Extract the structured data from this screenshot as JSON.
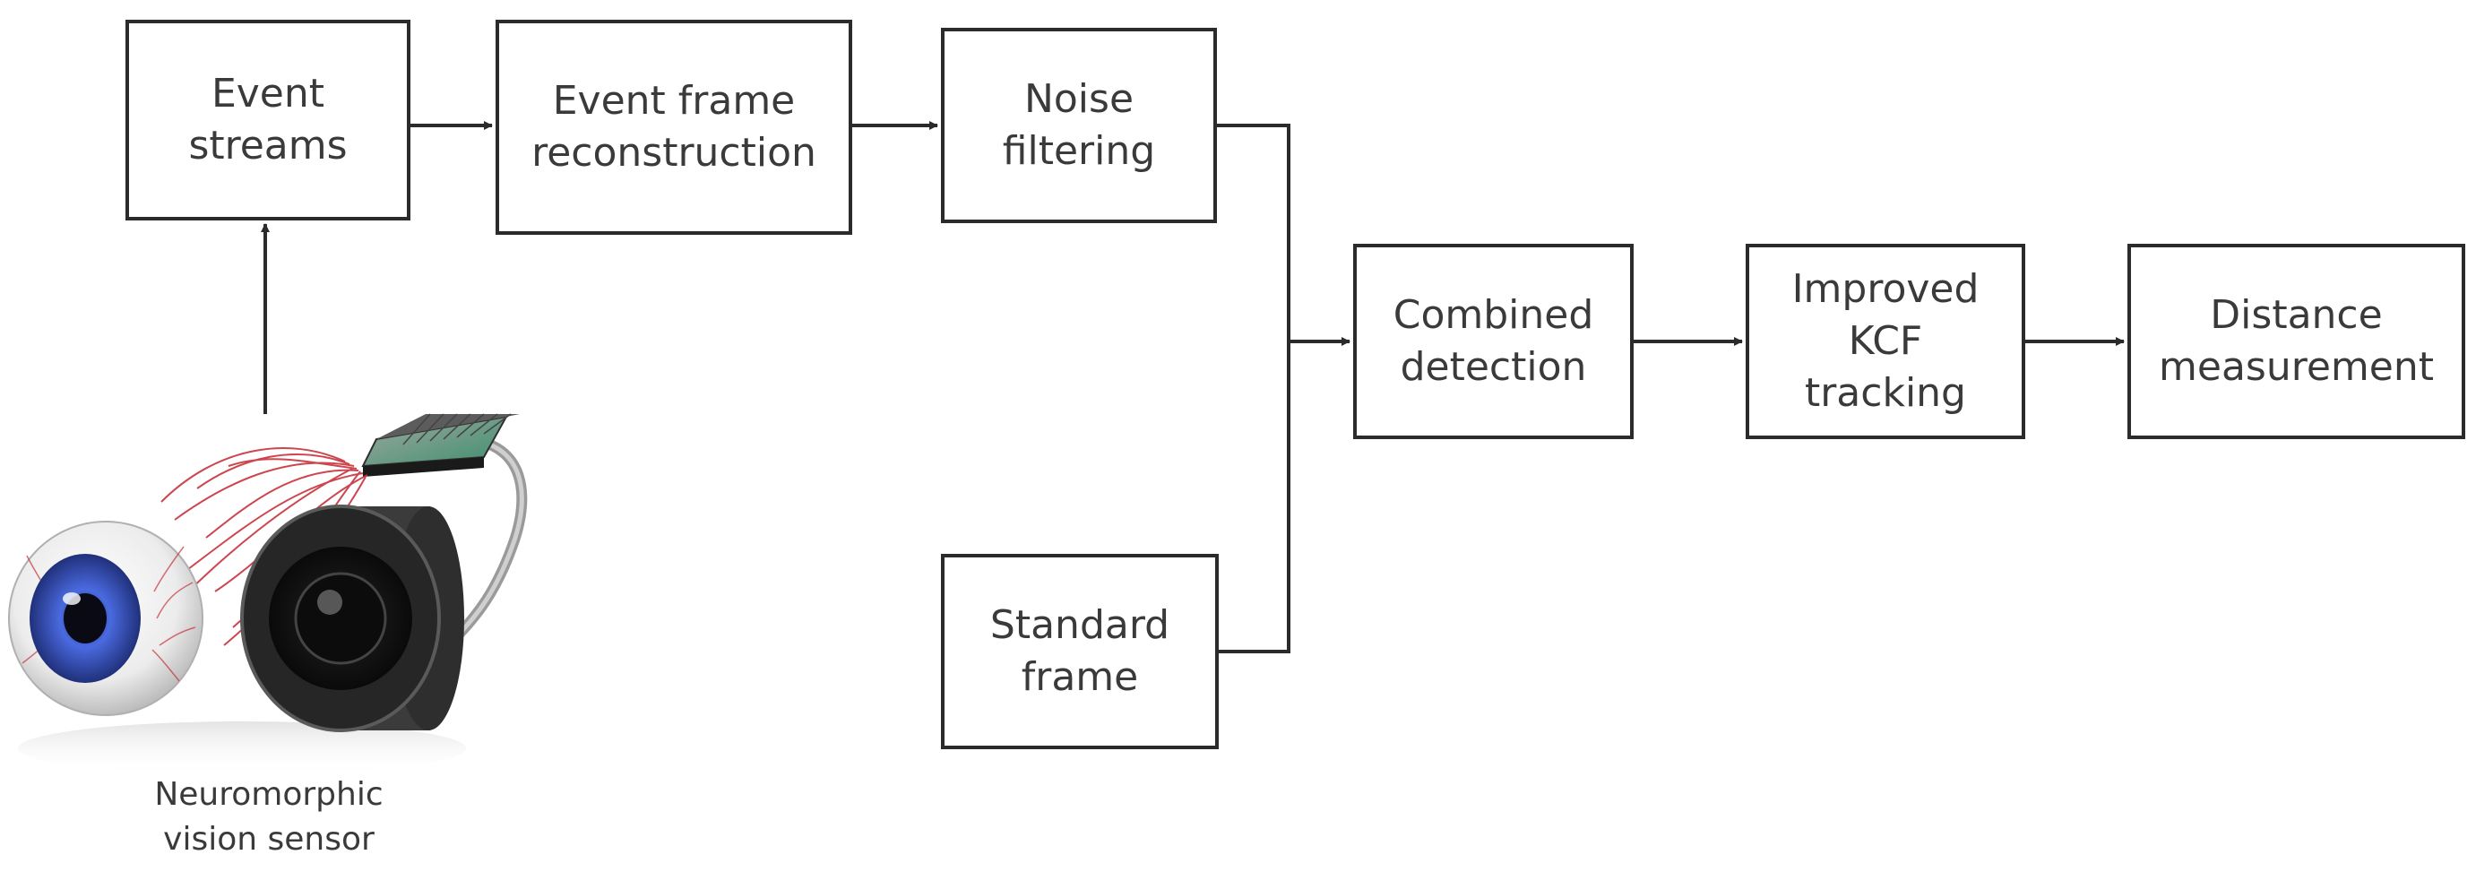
{
  "diagram": {
    "nodes": {
      "event_streams": "Event\nstreams",
      "event_frame_reconstruction": "Event frame\nreconstruction",
      "noise_filtering": "Noise\nfiltering",
      "combined_detection": "Combined\ndetection",
      "improved_kcf_tracking": "Improved\nKCF\ntracking",
      "distance_measurement": "Distance\nmeasurement",
      "standard_frame": "Standard\nframe"
    },
    "sensor_caption": "Neuromorphic\nvision sensor",
    "edges": [
      [
        "neuromorphic_vision_sensor",
        "event_streams"
      ],
      [
        "event_streams",
        "event_frame_reconstruction"
      ],
      [
        "event_frame_reconstruction",
        "noise_filtering"
      ],
      [
        "noise_filtering",
        "combined_detection"
      ],
      [
        "standard_frame",
        "combined_detection"
      ],
      [
        "combined_detection",
        "improved_kcf_tracking"
      ],
      [
        "improved_kcf_tracking",
        "distance_measurement"
      ]
    ],
    "colors": {
      "line": "#2b2b2b",
      "iris": "#3f5fd0",
      "vessels": "#c8323c",
      "sensor_body": "#2a2a2a"
    }
  }
}
